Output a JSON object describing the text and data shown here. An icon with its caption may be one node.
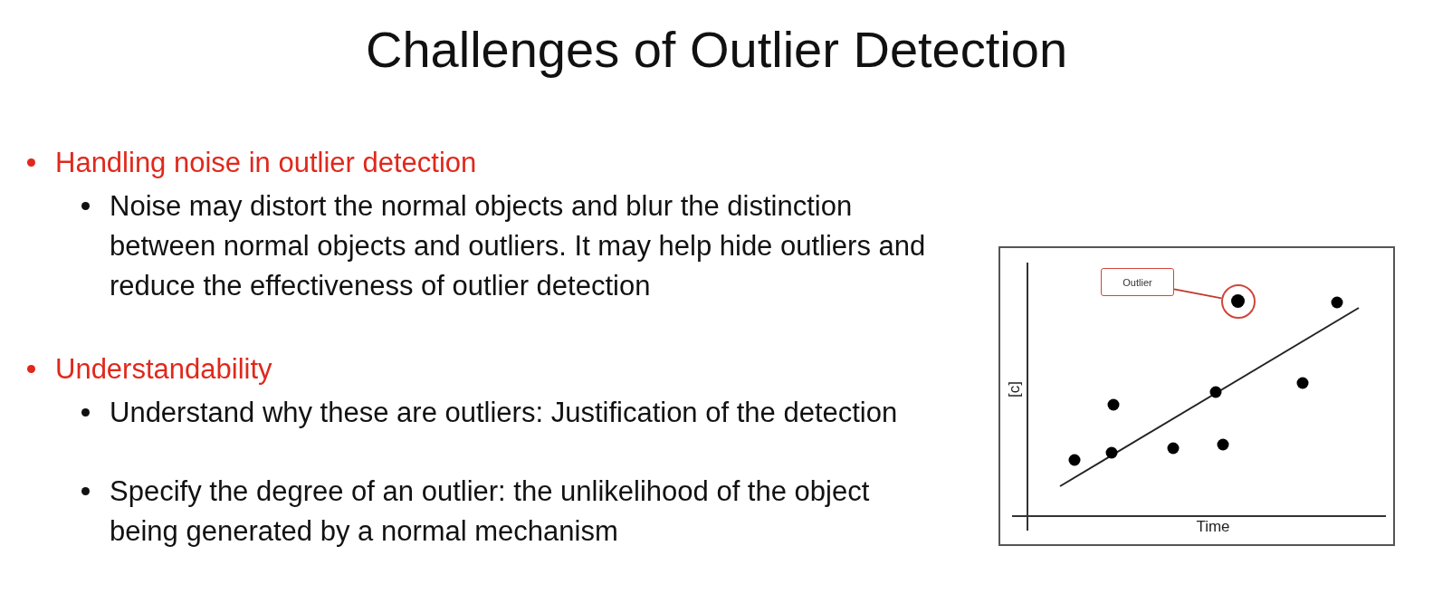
{
  "diagram": {
    "title": "Challenges of Outlier Detection",
    "nodes": [
      {
        "text": [
          "Outlier"
        ]
      },
      {
        "text": [],
        "shape": "circle"
      }
    ],
    "edges": [
      {
        "from": 0,
        "to": 1,
        "arrow": "none"
      }
    ],
    "labels": [
      "Handling noise in outlier detection",
      "Noise may distort the normal objects and blur the distinction between normal objects and outliers.  It may help hide outliers and reduce the effectiveness of outlier detection",
      "Understandability",
      "Understand why these are outliers: Justification of the detection",
      "Specify the degree of an outlier: the unlikelihood of the object being generated by a normal mechanism",
      "[c]",
      "Time"
    ]
  }
}
